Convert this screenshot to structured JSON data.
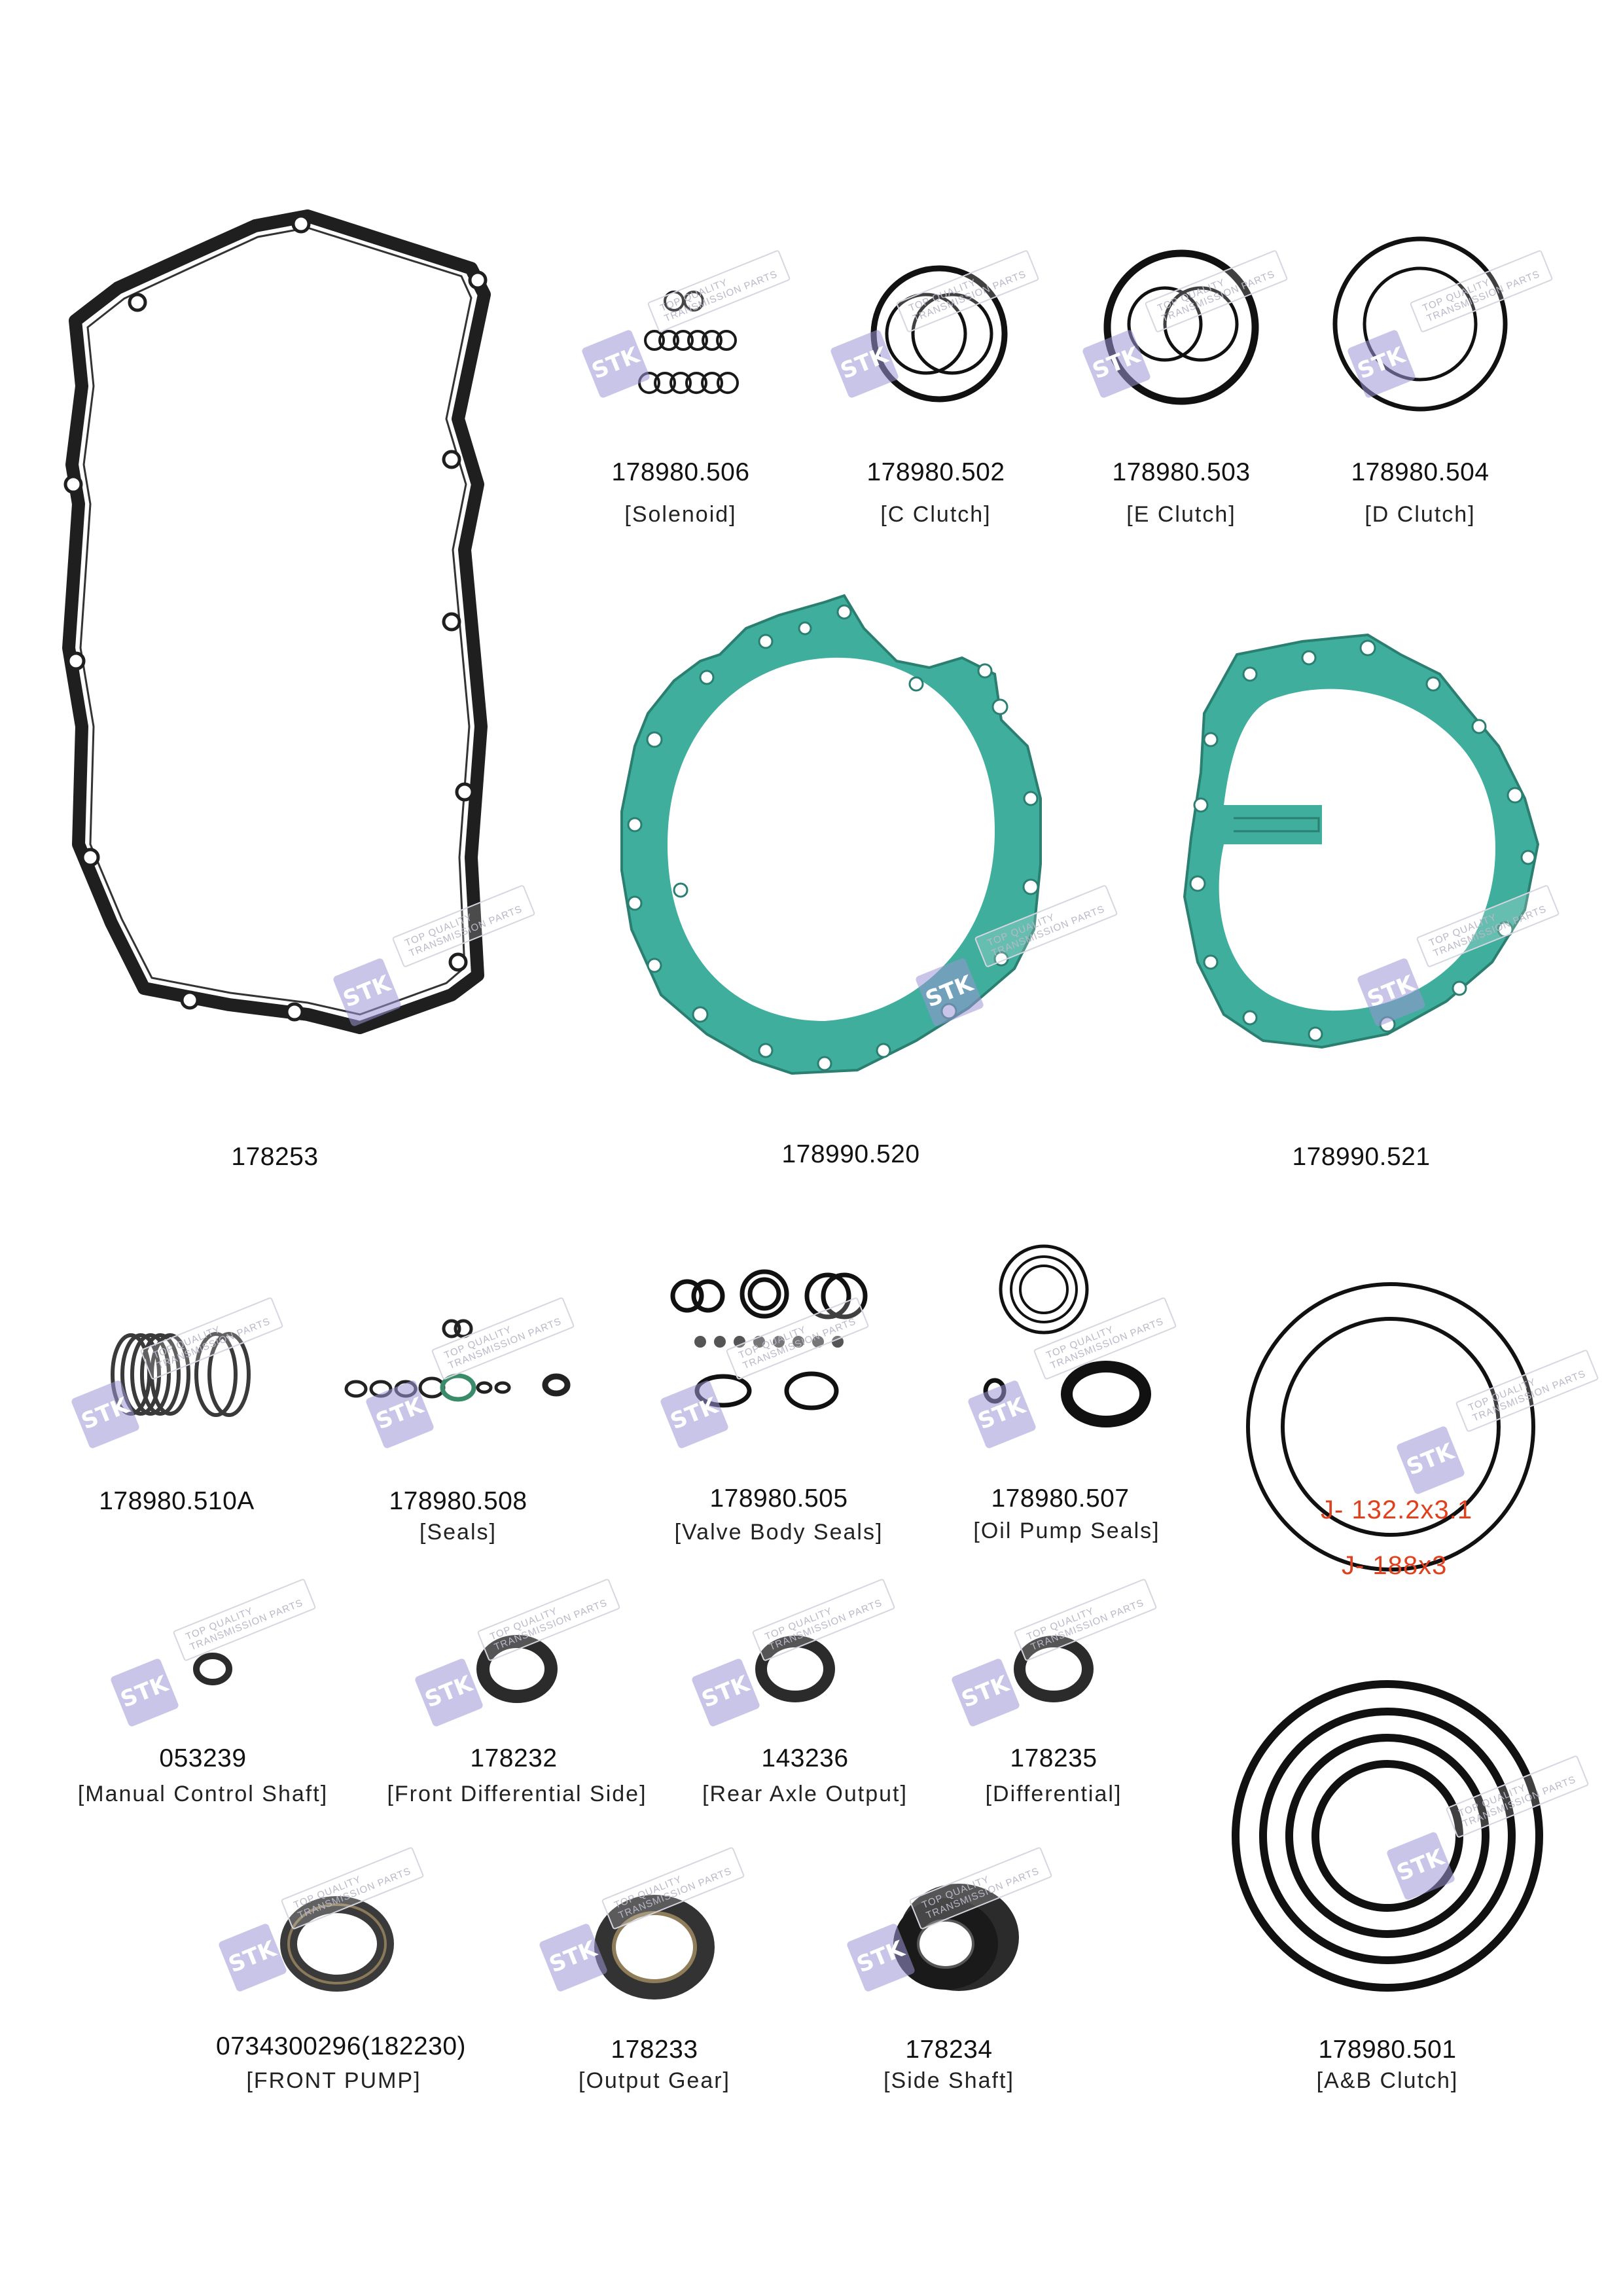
{
  "watermark": {
    "logo_text": "STK",
    "tagline_1": "TOP QUALITY",
    "tagline_2": "TRANSMISSION PARTS"
  },
  "colors": {
    "gasket_green": "#3fae9c",
    "gasket_dark": "#1f1f1f",
    "seal_dark": "#2b2b2b",
    "note_orange": "#e0401c",
    "logo_purple": "#9b96d6"
  },
  "parts": {
    "p178253": {
      "code": "178253",
      "desc": "",
      "icon": "oil-pan-gasket-icon"
    },
    "p178980_506": {
      "code": "178980.506",
      "desc": "[Solenoid]",
      "icon": "o-ring-set-icon"
    },
    "p178980_502": {
      "code": "178980.502",
      "desc": "[C Clutch]",
      "icon": "clutch-seal-rings-icon"
    },
    "p178980_503": {
      "code": "178980.503",
      "desc": "[E Clutch]",
      "icon": "clutch-seal-rings-icon"
    },
    "p178980_504": {
      "code": "178980.504",
      "desc": "[D Clutch]",
      "icon": "clutch-seal-rings-icon"
    },
    "p178990_520": {
      "code": "178990.520",
      "desc": "",
      "icon": "housing-gasket-icon"
    },
    "p178990_521": {
      "code": "178990.521",
      "desc": "",
      "icon": "housing-gasket-icon"
    },
    "p178980_510A": {
      "code": "178980.510A",
      "desc": "",
      "icon": "sealing-rings-icon"
    },
    "p178980_508": {
      "code": "178980.508",
      "desc": "[Seals]",
      "icon": "small-seals-icon"
    },
    "p178980_505": {
      "code": "178980.505",
      "desc": "[Valve Body Seals]",
      "icon": "valve-body-seals-icon"
    },
    "p178980_507": {
      "code": "178980.507",
      "desc": "[Oil Pump Seals]",
      "icon": "oil-pump-seals-icon"
    },
    "big_rings": {
      "note_1": "J- 132.2x3.1",
      "note_2": "J- 188x3",
      "icon": "large-o-rings-icon"
    },
    "p053239": {
      "code": "053239",
      "desc": "[Manual Control Shaft]",
      "icon": "shaft-seal-icon"
    },
    "p178232": {
      "code": "178232",
      "desc": "[Front Differential Side]",
      "icon": "shaft-seal-icon"
    },
    "p143236": {
      "code": "143236",
      "desc": "[Rear Axle Output]",
      "icon": "shaft-seal-icon"
    },
    "p178235": {
      "code": "178235",
      "desc": "[Differential]",
      "icon": "shaft-seal-icon"
    },
    "p0734300296": {
      "code": "0734300296(182230)",
      "desc": "[FRONT PUMP]",
      "icon": "pump-seal-icon"
    },
    "p178233": {
      "code": "178233",
      "desc": "[Output Gear]",
      "icon": "pump-seal-icon"
    },
    "p178234": {
      "code": "178234",
      "desc": "[Side Shaft]",
      "icon": "side-shaft-seal-icon"
    },
    "p178980_501": {
      "code": "178980.501",
      "desc": "[A&B Clutch]",
      "icon": "clutch-o-rings-icon"
    }
  }
}
